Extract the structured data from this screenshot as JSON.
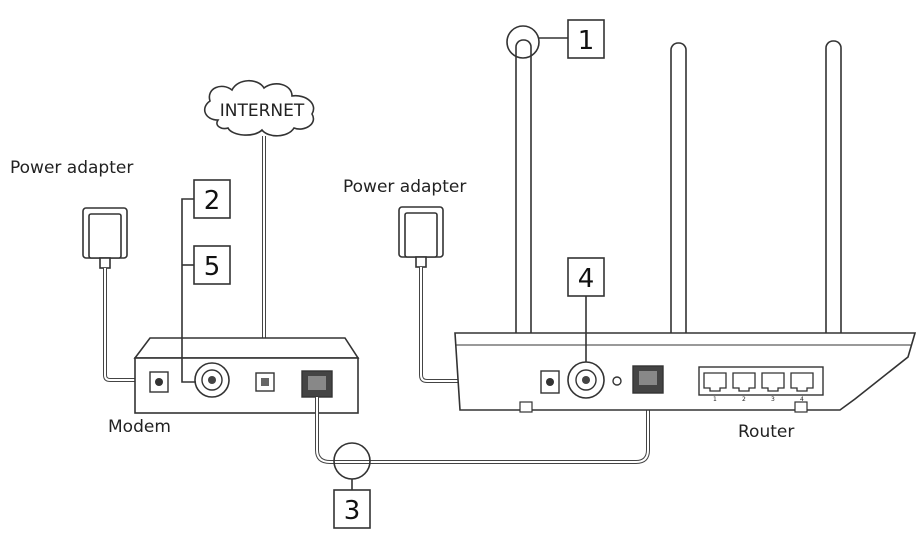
{
  "labels": {
    "internet": "INTERNET",
    "power_adapter_modem": "Power adapter",
    "power_adapter_router": "Power adapter",
    "modem": "Modem",
    "router": "Router"
  },
  "steps": [
    "1",
    "2",
    "3",
    "4",
    "5"
  ],
  "router_ports": [
    "1",
    "2",
    "3",
    "4"
  ],
  "colors": {
    "stroke": "#333333",
    "fill": "#ffffff",
    "port": "#444444"
  }
}
